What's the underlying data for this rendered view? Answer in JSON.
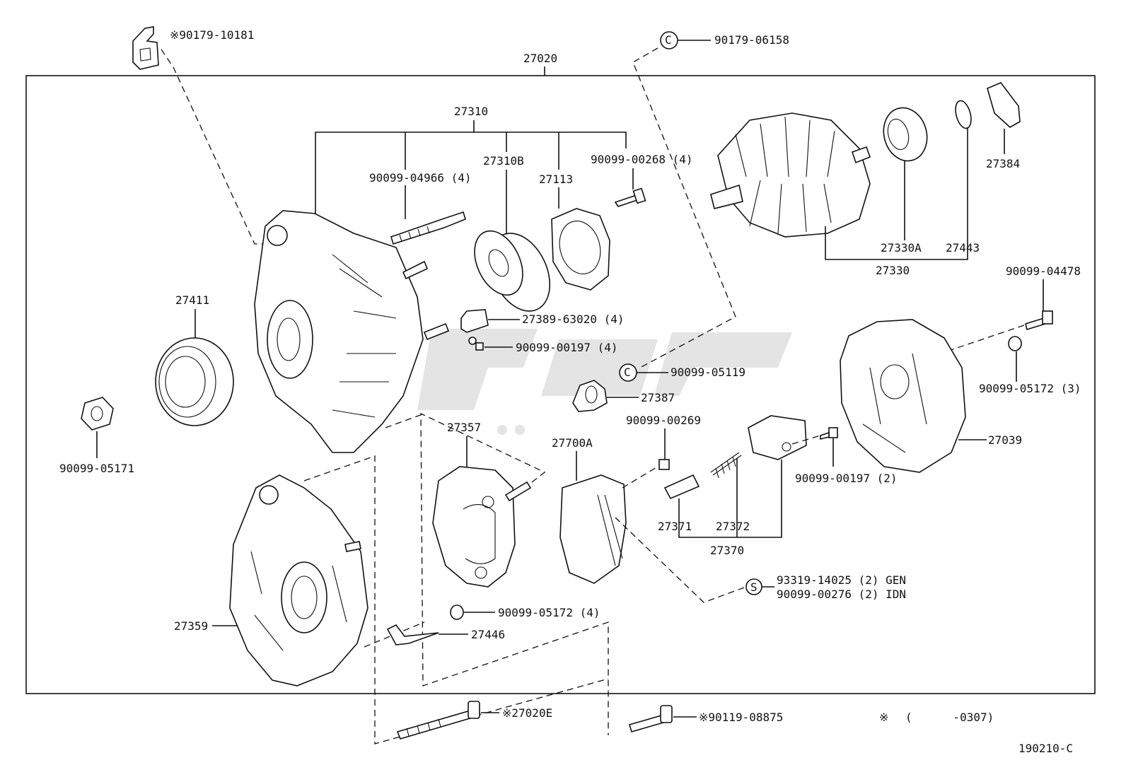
{
  "diagram": {
    "assembly": "27020",
    "footnote_mark": "※",
    "footnote": "(      -0307)",
    "code": "190210-C",
    "watermark_color": "#b3b3b3",
    "labels": {
      "p90179_10181": "※90179-10181",
      "p90179_06158": "90179-06158",
      "p27310": "27310",
      "p90099_04966": "90099-04966 (4)",
      "p27310B": "27310B",
      "p27113": "27113",
      "p90099_00268": "90099-00268 (4)",
      "p27384": "27384",
      "p27330A": "27330A",
      "p27443": "27443",
      "p27330": "27330",
      "p90099_04478": "90099-04478",
      "p27411": "27411",
      "p27389": "27389-63020 (4)",
      "p90099_00197_4": "90099-00197 (4)",
      "p90099_05119": "90099-05119",
      "p27387": "27387",
      "p90099_05172_3": "90099-05172 (3)",
      "p90099_05171": "90099-05171",
      "p27357": "27357",
      "p27700A": "27700A",
      "p90099_00269": "90099-00269",
      "p27039": "27039",
      "p90099_00197_2": "90099-00197 (2)",
      "p27371": "27371",
      "p27372": "27372",
      "p27370": "27370",
      "p93319": "93319-14025 (2)  GEN",
      "p90099_00276": "90099-00276 (2)  IDN",
      "p27359": "27359",
      "p90099_05172_4": "90099-05172 (4)",
      "p27446": "27446",
      "p27020E": "※27020E",
      "p90119": "※90119-08875",
      "s_mark": "S",
      "c_mark": "C"
    }
  }
}
